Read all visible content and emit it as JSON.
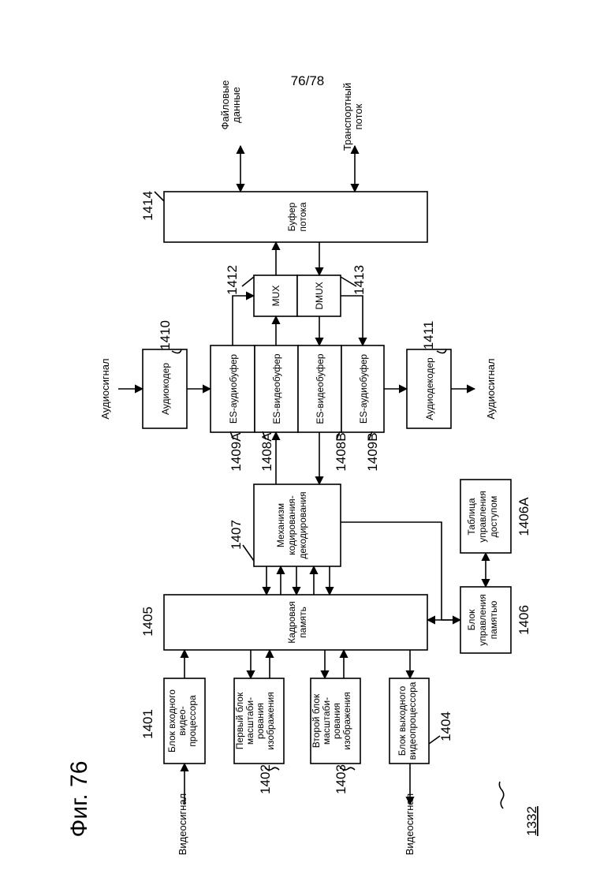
{
  "page_number": "76/78",
  "figure_title": "Фиг. 76",
  "figure_ref": "1332",
  "blocks": {
    "b1401": {
      "label": "Блок входного видео-процессора",
      "ref": "1401"
    },
    "b1402": {
      "label": "Первый блок масштаби-рования изображения",
      "ref": "1402"
    },
    "b1403": {
      "label": "Второй блок масштаби-рования изображения",
      "ref": "1403"
    },
    "b1404": {
      "label": "Блок выходного видеопроцессора",
      "ref": "1404"
    },
    "b1405": {
      "label": "Кадровая память",
      "ref": "1405"
    },
    "b1406": {
      "label": "Блок управления памятью",
      "ref": "1406"
    },
    "b1406a": {
      "label": "Таблица управления доступом",
      "ref": "1406A"
    },
    "b1407": {
      "label": "Механизм кодирования-декодирования",
      "ref": "1407"
    },
    "b1408a": {
      "label": "ES-видеобуфер",
      "ref": "1408A"
    },
    "b1408b": {
      "label": "ES-видеобуфер",
      "ref": "1408B"
    },
    "b1409a": {
      "label": "ES-аудиобуфер",
      "ref": "1409A"
    },
    "b1409b": {
      "label": "ES-аудиобуфер",
      "ref": "1409B"
    },
    "b1410": {
      "label": "Аудиокодер",
      "ref": "1410"
    },
    "b1411": {
      "label": "Аудиодекодер",
      "ref": "1411"
    },
    "b1412": {
      "label": "MUX",
      "ref": "1412"
    },
    "b1413": {
      "label": "DMUX",
      "ref": "1413"
    },
    "b1414": {
      "label": "Буфер потока",
      "ref": "1414"
    }
  },
  "signals": {
    "video_in": "Видеосигнал",
    "video_out": "Видеосигнал",
    "audio_in": "Аудиосигнал",
    "audio_out": "Аудиосигнал",
    "file_data": "Файловые данные",
    "transport_stream": "Транспортный поток"
  }
}
